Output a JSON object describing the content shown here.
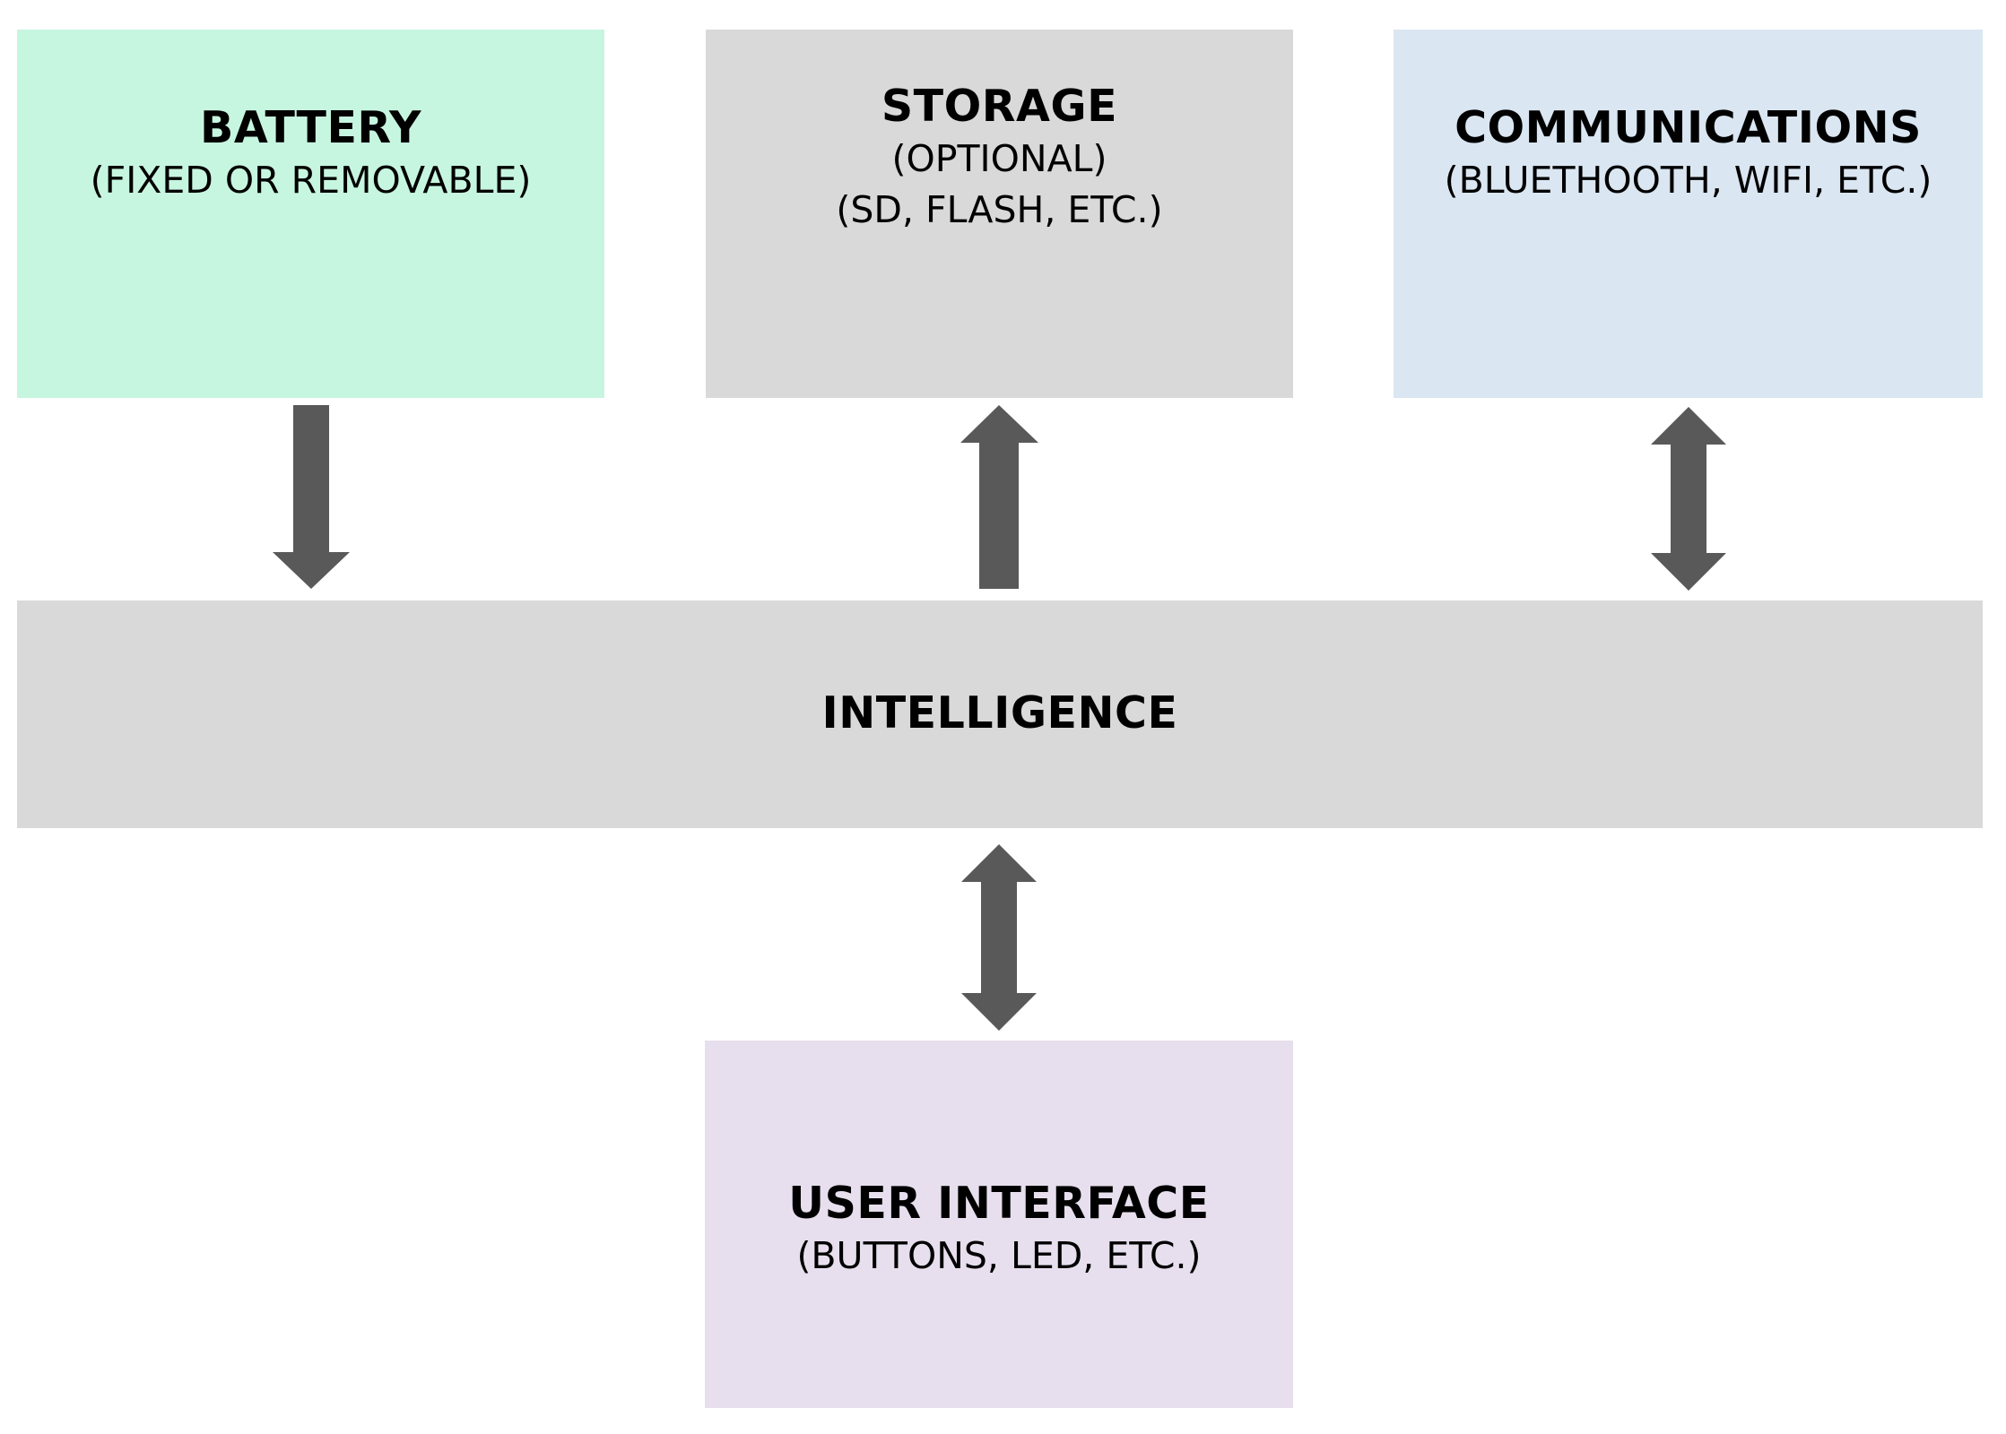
{
  "colors": {
    "battery": "#c7f6e0",
    "storage": "#d9d9d9",
    "communications": "#dae6f1",
    "intelligence": "#d9d9d9",
    "user_interface": "#e7dfed",
    "arrow": "#595959"
  },
  "blocks": {
    "battery": {
      "title": "BATTERY",
      "lines": [
        "(FIXED OR REMOVABLE)"
      ]
    },
    "storage": {
      "title": "STORAGE",
      "lines": [
        "(OPTIONAL)",
        "(SD, FLASH, ETC.)"
      ]
    },
    "communications": {
      "title": "COMMUNICATIONS",
      "lines": [
        "(BLUETHOOTH, WIFI, ETC.)"
      ]
    },
    "intelligence": {
      "title": "INTELLIGENCE"
    },
    "user_interface": {
      "title": "USER INTERFACE",
      "lines": [
        "(BUTTONS, LED, ETC.)"
      ]
    }
  },
  "connections": [
    {
      "from": "battery",
      "to": "intelligence",
      "direction": "one-way"
    },
    {
      "from": "intelligence",
      "to": "storage",
      "direction": "one-way"
    },
    {
      "from": "communications",
      "to": "intelligence",
      "direction": "two-way"
    },
    {
      "from": "intelligence",
      "to": "user_interface",
      "direction": "two-way"
    }
  ]
}
